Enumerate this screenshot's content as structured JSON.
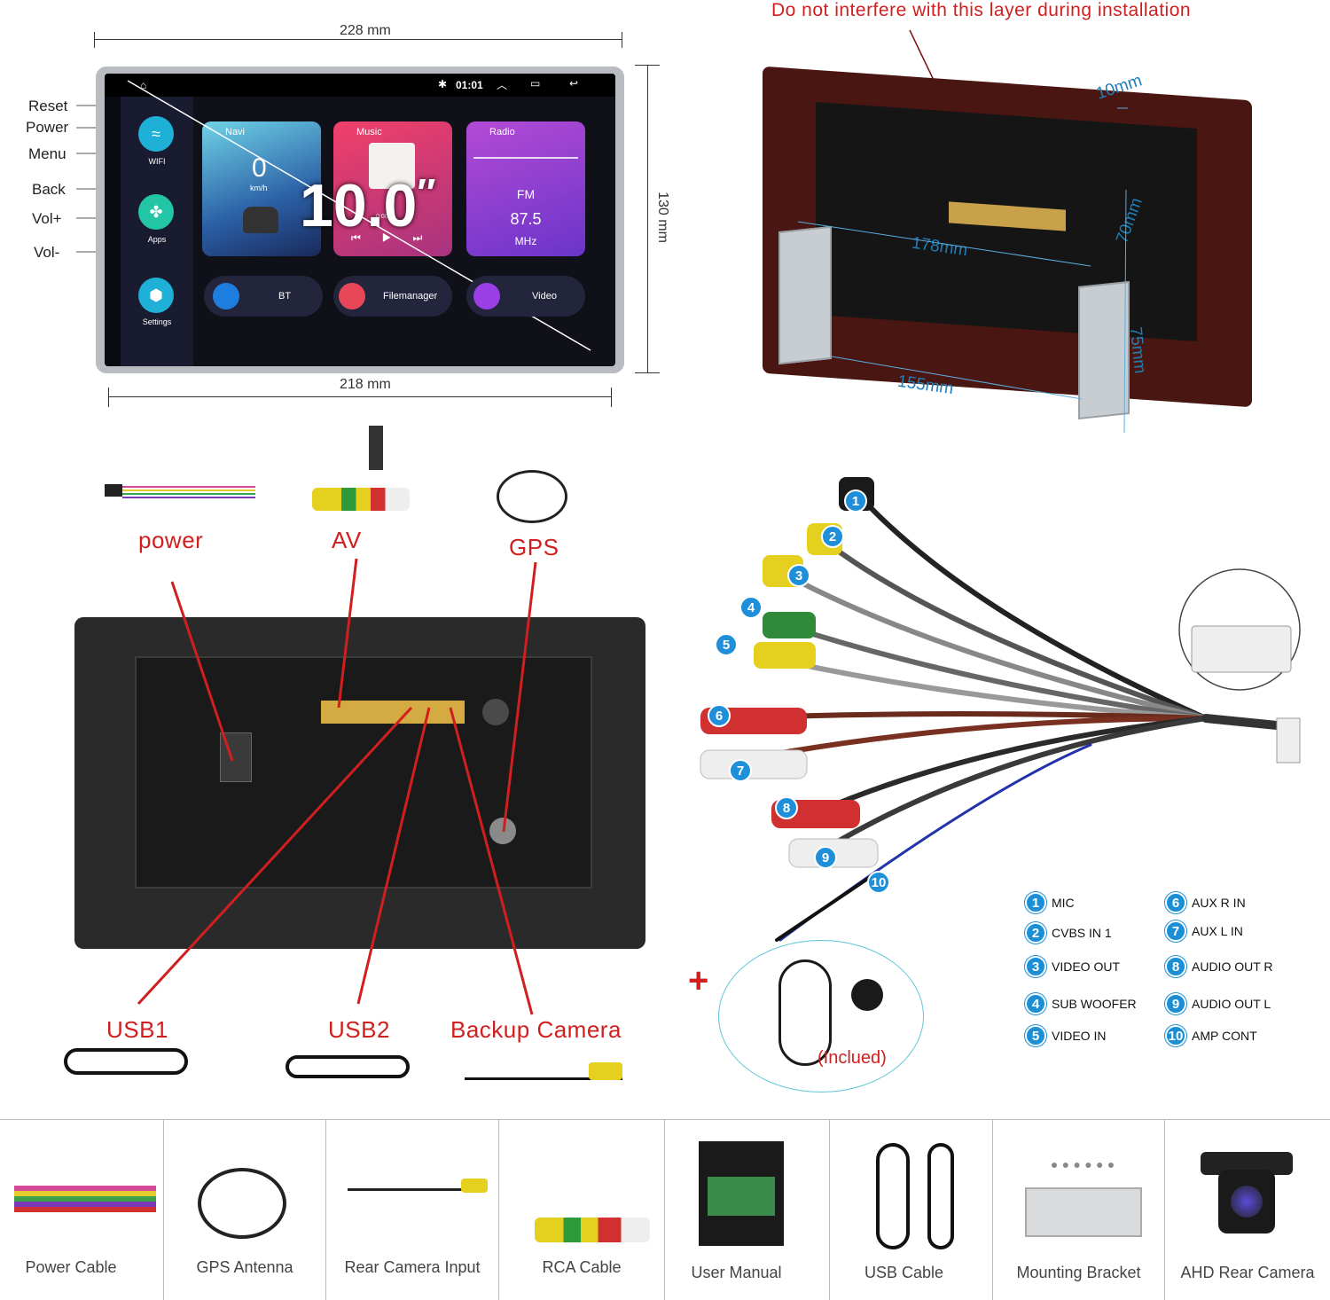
{
  "top_left": {
    "width_top": "228 mm",
    "width_bottom": "218 mm",
    "height": "130 mm",
    "side_buttons": [
      "Reset",
      "Power",
      "Menu",
      "Back",
      "Vol+",
      "Vol-"
    ],
    "screen": {
      "time": "01:01",
      "size_label": "10.0",
      "size_mark": "′′",
      "tiles": {
        "navi": "Navi",
        "speed": "0",
        "speed_unit": "km/h",
        "music": "Music",
        "music_time": "0:00 /",
        "radio": "Radio",
        "band": "FM",
        "freq": "87.5",
        "unit": "MHz"
      },
      "sidebar": [
        "WIFI",
        "Apps",
        "Settings"
      ],
      "bottom": [
        "BT",
        "Filemanager",
        "Video"
      ]
    }
  },
  "top_right": {
    "warning": "Do not interfere with this layer during installation",
    "dims": [
      "10mm",
      "178mm",
      "70mm",
      "155mm",
      "75mm"
    ]
  },
  "connectors": {
    "power": "power",
    "av": "AV",
    "gps": "GPS",
    "usb1": "USB1",
    "usb2": "USB2",
    "backup": "Backup Camera"
  },
  "harness": {
    "numbers": [
      "1",
      "2",
      "3",
      "4",
      "5",
      "6",
      "7",
      "8",
      "9",
      "10"
    ],
    "plus": "+",
    "included": "(Inclued)"
  },
  "legend": [
    {
      "n": "1",
      "label": "MIC"
    },
    {
      "n": "2",
      "label": "CVBS IN 1"
    },
    {
      "n": "3",
      "label": "VIDEO OUT"
    },
    {
      "n": "4",
      "label": "SUB WOOFER"
    },
    {
      "n": "5",
      "label": "VIDEO IN"
    },
    {
      "n": "6",
      "label": "AUX R IN"
    },
    {
      "n": "7",
      "label": "AUX L IN"
    },
    {
      "n": "8",
      "label": "AUDIO OUT R"
    },
    {
      "n": "9",
      "label": "AUDIO OUT L"
    },
    {
      "n": "10",
      "label": "AMP CONT"
    }
  ],
  "items": [
    "Power Cable",
    "GPS Antenna",
    "Rear Camera Input",
    "RCA Cable",
    "User Manual",
    "USB Cable",
    "Mounting Bracket",
    "AHD Rear Camera"
  ],
  "colors": {
    "red_label": "#d11f1f",
    "badge_blue": "#1e8fd8",
    "screen_bg": "#101018"
  }
}
